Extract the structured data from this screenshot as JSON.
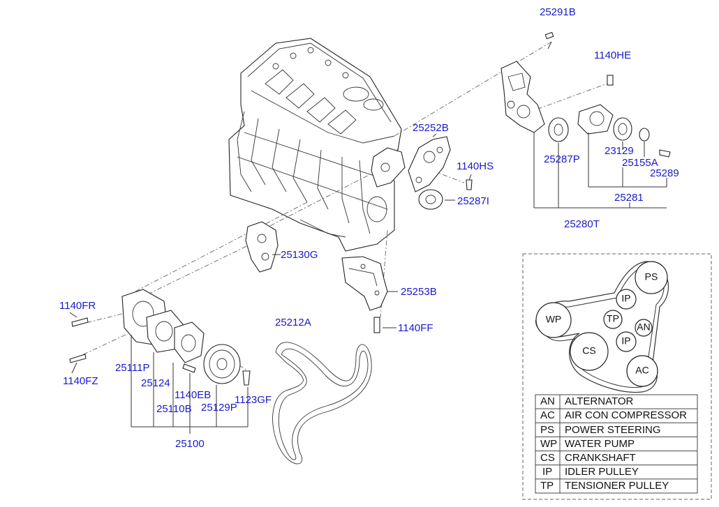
{
  "labels": {
    "p25291b": "25291B",
    "p1140he": "1140HE",
    "p25252b": "25252B",
    "p1140hs": "1140HS",
    "p25287i": "25287I",
    "p25287p": "25287P",
    "p23129": "23129",
    "p25155a": "25155A",
    "p25289": "25289",
    "p25281": "25281",
    "p25280t": "25280T",
    "p25130g": "25130G",
    "p25253b": "25253B",
    "p1140ff": "1140FF",
    "p1140fr": "1140FR",
    "p1140fz": "1140FZ",
    "p25111p": "25111P",
    "p25124": "25124",
    "p1140eb": "1140EB",
    "p25110b": "25110B",
    "p25129p": "25129P",
    "p1123gf": "1123GF",
    "p25100": "25100",
    "p25212a": "25212A"
  },
  "belt_routing": {
    "PS": "PS",
    "IP_top": "IP",
    "WP": "WP",
    "TP": "TP",
    "AN": "AN",
    "IP_bottom": "IP",
    "CS": "CS",
    "AC": "AC"
  },
  "legend": [
    {
      "code": "AN",
      "name": "ALTERNATOR"
    },
    {
      "code": "AC",
      "name": "AIR CON COMPRESSOR"
    },
    {
      "code": "PS",
      "name": "POWER STEERING"
    },
    {
      "code": "WP",
      "name": "WATER PUMP"
    },
    {
      "code": "CS",
      "name": "CRANKSHAFT"
    },
    {
      "code": "IP",
      "name": "IDLER PULLEY"
    },
    {
      "code": "TP",
      "name": "TENSIONER PULLEY"
    }
  ],
  "colors": {
    "label": "#1a1acc",
    "line": "#333333"
  }
}
